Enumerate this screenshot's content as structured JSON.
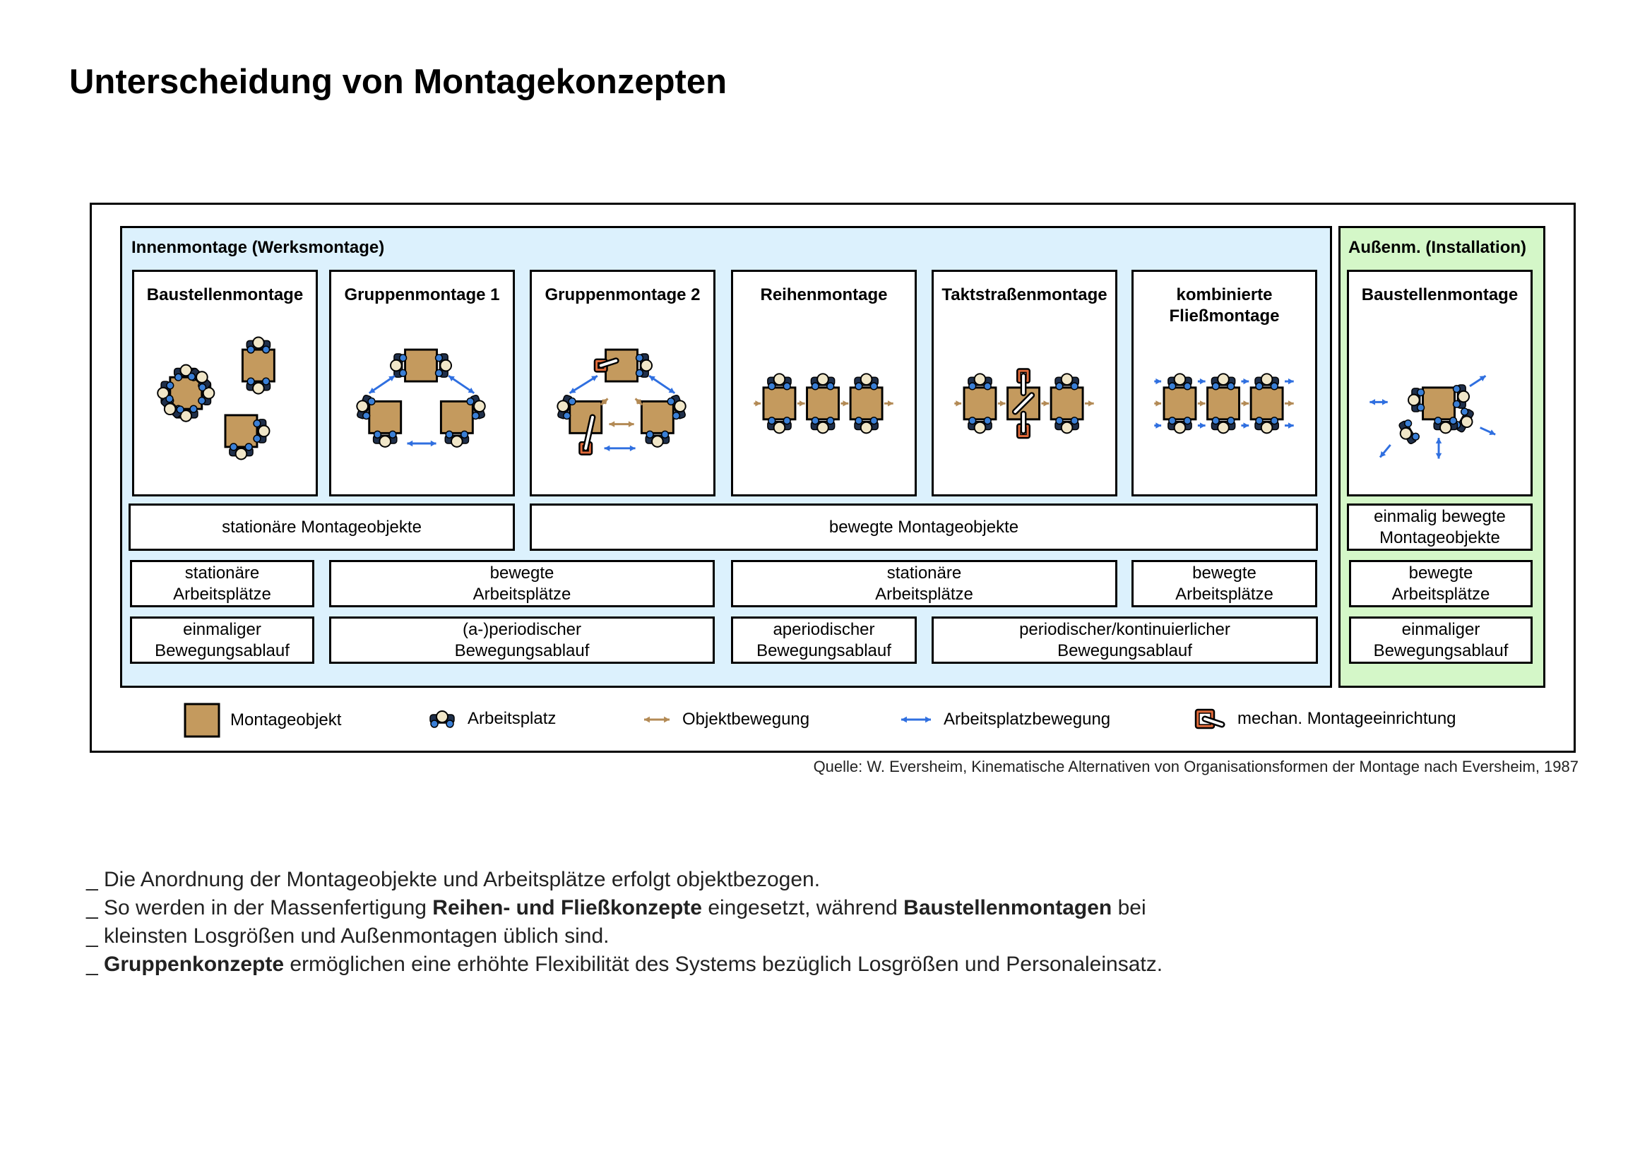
{
  "title": "Unterscheidung von Montagekonzepten",
  "inner_panel": {
    "label": "Innenmontage (Werksmontage)"
  },
  "outer_panel": {
    "label": "Außenm. (Installation)"
  },
  "concepts": [
    {
      "name": "Baustellenmontage",
      "icon": "baustellen-diagram"
    },
    {
      "name": "Gruppenmontage 1",
      "icon": "gruppen1-diagram"
    },
    {
      "name": "Gruppenmontage 2",
      "icon": "gruppen2-diagram"
    },
    {
      "name": "Reihenmontage",
      "icon": "reihen-diagram"
    },
    {
      "name": "Taktstraßenmontage",
      "icon": "taktstrassen-diagram"
    },
    {
      "name": "kombinierte Fließmontage",
      "icon": "fliess-diagram"
    }
  ],
  "outer_concept": {
    "name": "Baustellenmontage",
    "icon": "aussen-baustellen-diagram"
  },
  "rows": {
    "objects": [
      "stationäre Montageobjekte",
      "bewegte Montageobjekte",
      "einmalig bewegte\nMontageobjekte"
    ],
    "workplaces": [
      "stationäre\nArbeitsplätze",
      "bewegte\nArbeitsplätze",
      "stationäre\nArbeitsplätze",
      "bewegte\nArbeitsplätze",
      "bewegte\nArbeitsplätze"
    ],
    "motion": [
      "einmaliger\nBewegungsablauf",
      "(a-)periodischer\nBewegungsablauf",
      "aperiodischer\nBewegungsablauf",
      "periodischer/kontinuierlicher\nBewegungsablauf",
      "einmaliger\nBewegungsablauf"
    ]
  },
  "legend": [
    {
      "label": "Montageobjekt",
      "icon": "square-icon"
    },
    {
      "label": "Arbeitsplatz",
      "icon": "worker-icon"
    },
    {
      "label": "Objektbewegung",
      "icon": "brown-arrow-icon"
    },
    {
      "label": "Arbeitsplatzbewegung",
      "icon": "blue-arrow-icon"
    },
    {
      "label": "mechan. Montageeinrichtung",
      "icon": "mech-arm-icon"
    }
  ],
  "colors": {
    "object": "#c49a5e",
    "worker": "#3a7fd6",
    "object_arrow": "#b38a55",
    "work_arrow": "#2f6fe0",
    "mech": "#e06a3a",
    "inner_bg": "#dcf1fd",
    "outer_bg": "#d4f7c8"
  },
  "source": "Quelle: W. Eversheim, Kinematische Alternativen von Organisationsformen der Montage nach Eversheim, 1987",
  "bullets": [
    {
      "parts": [
        {
          "t": "_ Die Anordnung der Montageobjekte und Arbeitsplätze erfolgt objektbezogen.",
          "b": false
        }
      ]
    },
    {
      "parts": [
        {
          "t": "_ So werden in der Massenfertigung ",
          "b": false
        },
        {
          "t": "Reihen- und Fließkonzepte",
          "b": true
        },
        {
          "t": " eingesetzt, während ",
          "b": false
        },
        {
          "t": "Baustellenmontagen",
          "b": true
        },
        {
          "t": " bei",
          "b": false
        }
      ]
    },
    {
      "parts": [
        {
          "t": "_ kleinsten Losgrößen und Außenmontagen üblich sind.",
          "b": false
        }
      ]
    },
    {
      "parts": [
        {
          "t": "_ ",
          "b": false
        },
        {
          "t": "Gruppenkonzepte",
          "b": true
        },
        {
          "t": " ermöglichen eine erhöhte Flexibilität des Systems bezüglich Losgrößen und Personaleinsatz.",
          "b": false
        }
      ]
    }
  ]
}
